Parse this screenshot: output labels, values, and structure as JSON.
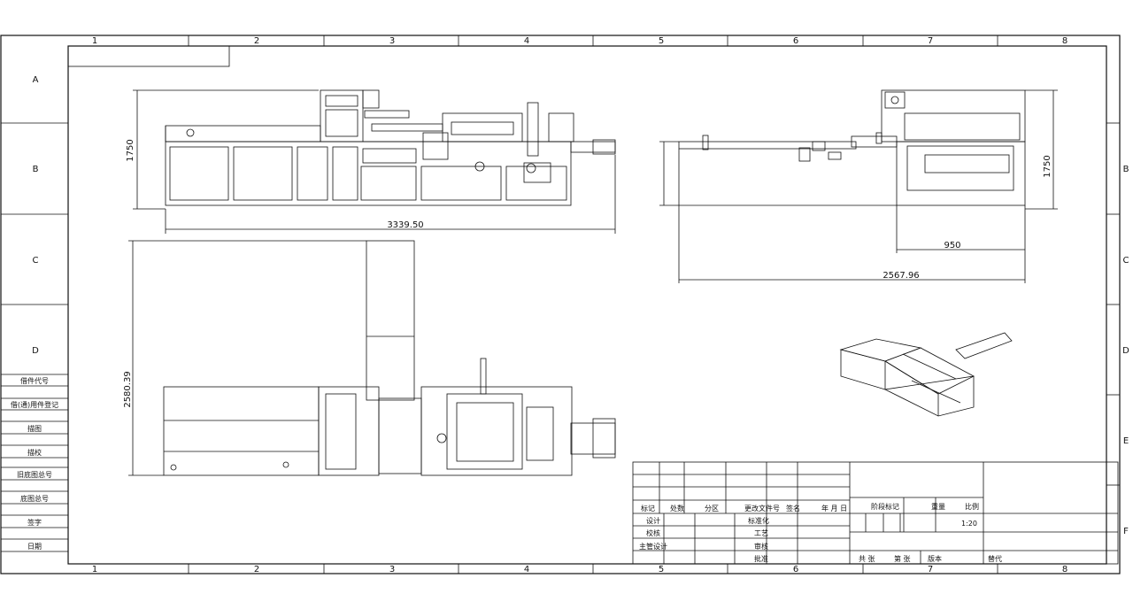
{
  "sheet": {
    "column_labels": [
      "1",
      "2",
      "3",
      "4",
      "5",
      "6",
      "7",
      "8"
    ],
    "row_labels_left": [
      "A",
      "B",
      "C",
      "D"
    ],
    "row_labels_right": [
      "B",
      "C",
      "D",
      "E",
      "F"
    ]
  },
  "left_strip": [
    "借件代号",
    "借(通)用件登记",
    "描图",
    "描校",
    "旧底图总号",
    "底图总号",
    "签字",
    "日期"
  ],
  "dimensions": {
    "front_height": "1750",
    "front_width": "3339.50",
    "side_height": "1750",
    "side_width_small": "950",
    "side_width_total": "2567.96",
    "top_height": "2580.39"
  },
  "title_block": {
    "header_row": [
      "标记",
      "处数",
      "分区",
      "更改文件号",
      "签名",
      "年 月 日"
    ],
    "left_labels": [
      "设计",
      "校核",
      "主管设计"
    ],
    "mid_labels": [
      "标准化",
      "工艺",
      "审核",
      "批准"
    ],
    "stage_mark": "阶段标记",
    "weight": "重量",
    "scale_label": "比例",
    "scale_value": "1:20",
    "sheets_total": "共  张",
    "sheet_no": "第  张",
    "version": "版本",
    "replace": "替代"
  }
}
